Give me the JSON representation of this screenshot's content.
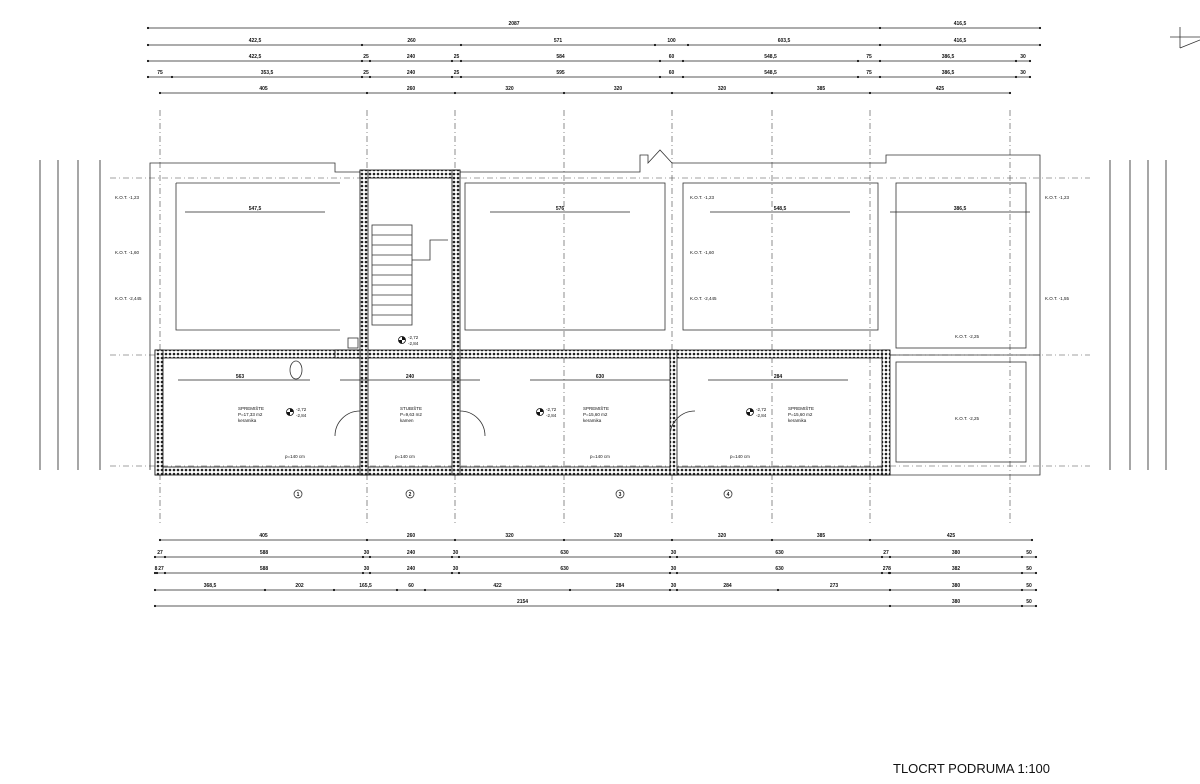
{
  "title": "TLOCRT PODRUMA  1:100",
  "top_dims": [
    [
      "2087",
      "416,5"
    ],
    [
      "422,5",
      "260",
      "571",
      "100",
      "603,5",
      "416,5"
    ],
    [
      "422,5",
      "25",
      "240",
      "25",
      "584",
      "60",
      "548,5",
      "75",
      "386,5",
      "30"
    ],
    [
      "75",
      "353,5",
      "25",
      "240",
      "25",
      "595",
      "60",
      "548,5",
      "75",
      "386,5",
      "30"
    ],
    [
      "405",
      "260",
      "320",
      "320",
      "320",
      "385",
      "425"
    ]
  ],
  "bottom_dims": [
    [
      "405",
      "260",
      "320",
      "320",
      "320",
      "385",
      "425"
    ],
    [
      "27",
      "588",
      "30",
      "240",
      "30",
      "630",
      "30",
      "630",
      "27",
      "380",
      "50"
    ],
    [
      "8",
      "27",
      "588",
      "30",
      "240",
      "30",
      "630",
      "30",
      "630",
      "27",
      "8",
      "382",
      "50"
    ],
    [
      "368,5",
      "202",
      "165,5",
      "60",
      "422",
      "284",
      "30",
      "284",
      "273",
      "380",
      "50"
    ],
    [
      "2154",
      "380",
      "50"
    ]
  ],
  "rooms": [
    {
      "name": "SPREMIŠTE",
      "area": "P=17,33 m2",
      "floor": "keramika"
    },
    {
      "name": "STUBIŠTE",
      "area": "P=9,63 m2",
      "floor": "kamen"
    },
    {
      "name": "SPREMIŠTE",
      "area": "P=15,60 m2",
      "floor": "keramika"
    },
    {
      "name": "SPREMIŠTE",
      "area": "P=15,60 m2",
      "floor": "keramika"
    }
  ],
  "levels": {
    "top": "-2,72",
    "bottom": "-2,84"
  },
  "kot_labels": [
    "K.O.T. -1,23",
    "K.O.T. -1,60",
    "K.O.T. -2,445",
    "K.O.T. -1,23",
    "K.O.T. -1,60",
    "K.O.T. -2,445",
    "K.O.T. -1,23",
    "K.O.T. -1,55",
    "K.O.T. -2,25",
    "K.O.T. -2,25"
  ],
  "sill_label": "p=140 cm",
  "grid_markers": [
    "1",
    "2",
    "3",
    "4"
  ],
  "room_dims": [
    "547,5",
    "576",
    "548,5",
    "386,5",
    "563",
    "240",
    "630",
    "284"
  ]
}
